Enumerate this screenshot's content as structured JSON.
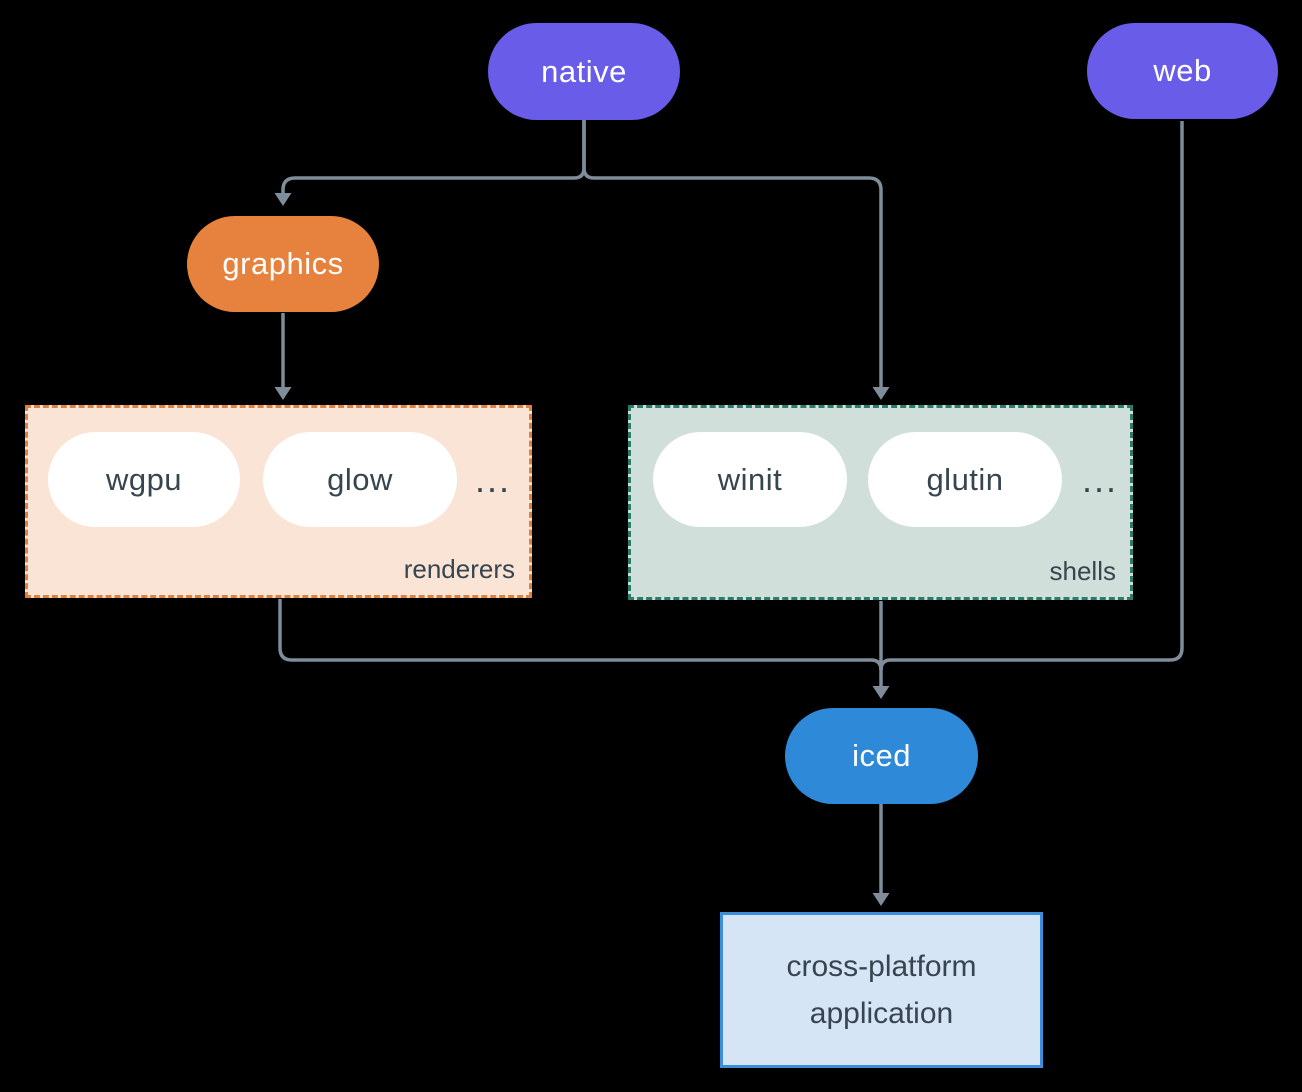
{
  "colors": {
    "background": "#000000",
    "purple": "#685ce8",
    "orange": "#e6823d",
    "blue": "#2e89d8",
    "white_pill": "#ffffff",
    "dark_text": "#36454e",
    "peach_bg": "#fae4d6",
    "peach_border": "#e0823f",
    "teal_bg": "#d0dfd9",
    "teal_border": "#2b7c6b",
    "app_bg": "#d5e5f6",
    "app_border": "#3c8edc",
    "line": "#7f8c99"
  },
  "nodes": {
    "native": {
      "label": "native"
    },
    "web": {
      "label": "web"
    },
    "graphics": {
      "label": "graphics"
    },
    "wgpu": {
      "label": "wgpu"
    },
    "glow": {
      "label": "glow"
    },
    "winit": {
      "label": "winit"
    },
    "glutin": {
      "label": "glutin"
    },
    "iced": {
      "label": "iced"
    },
    "application": {
      "line1": "cross-platform",
      "line2": "application"
    }
  },
  "groups": {
    "renderers": {
      "label": "renderers",
      "ellipsis": "..."
    },
    "shells": {
      "label": "shells",
      "ellipsis": "..."
    }
  },
  "edges": [
    {
      "from": "native",
      "to": "graphics"
    },
    {
      "from": "native",
      "to": "shells"
    },
    {
      "from": "graphics",
      "to": "renderers"
    },
    {
      "from": "renderers",
      "to": "iced"
    },
    {
      "from": "shells",
      "to": "iced"
    },
    {
      "from": "web",
      "to": "iced"
    },
    {
      "from": "iced",
      "to": "application"
    }
  ]
}
